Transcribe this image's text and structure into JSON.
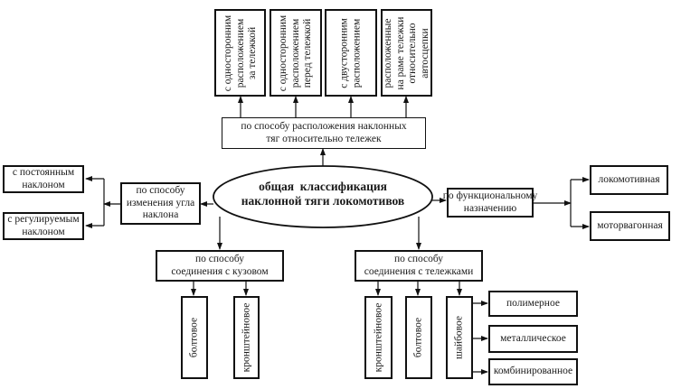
{
  "root": {
    "label": "общая  классификация\nнаклонной тяги локомотивов"
  },
  "top_branch": {
    "label": "по способу расположения наклонных\nтяг относительно тележек",
    "items": [
      {
        "label": "с односторонним\nрасположением\nза тележкой"
      },
      {
        "label": "с односторонним\nрасположением\nперед тележкой"
      },
      {
        "label": "с двусторонним\nрасположением"
      },
      {
        "label": "расположенные\nна раме тележки\nотносительно\nавтосцепки"
      }
    ]
  },
  "left_branch": {
    "label": "по способу\nизменения угла\nнаклона",
    "items": [
      {
        "label": "с постоянным\nнаклоном"
      },
      {
        "label": "с регулируемым\nнаклоном"
      }
    ]
  },
  "right_branch": {
    "label": "по функциональному\nназначению",
    "items": [
      {
        "label": "локомотивная"
      },
      {
        "label": "моторвагонная"
      }
    ]
  },
  "body_connection": {
    "label": "по способу\nсоединения с кузовом",
    "items": [
      {
        "label": "болтовое"
      },
      {
        "label": "кронштейновое"
      }
    ]
  },
  "bogie_connection": {
    "label": "по способу\nсоединения с тележками",
    "items": [
      {
        "label": "кронштейновое"
      },
      {
        "label": "болтовое"
      },
      {
        "label": "шайбовое"
      }
    ],
    "washer_types": [
      {
        "label": "полимерное"
      },
      {
        "label": "металлическое"
      },
      {
        "label": "комбинированное"
      }
    ]
  }
}
